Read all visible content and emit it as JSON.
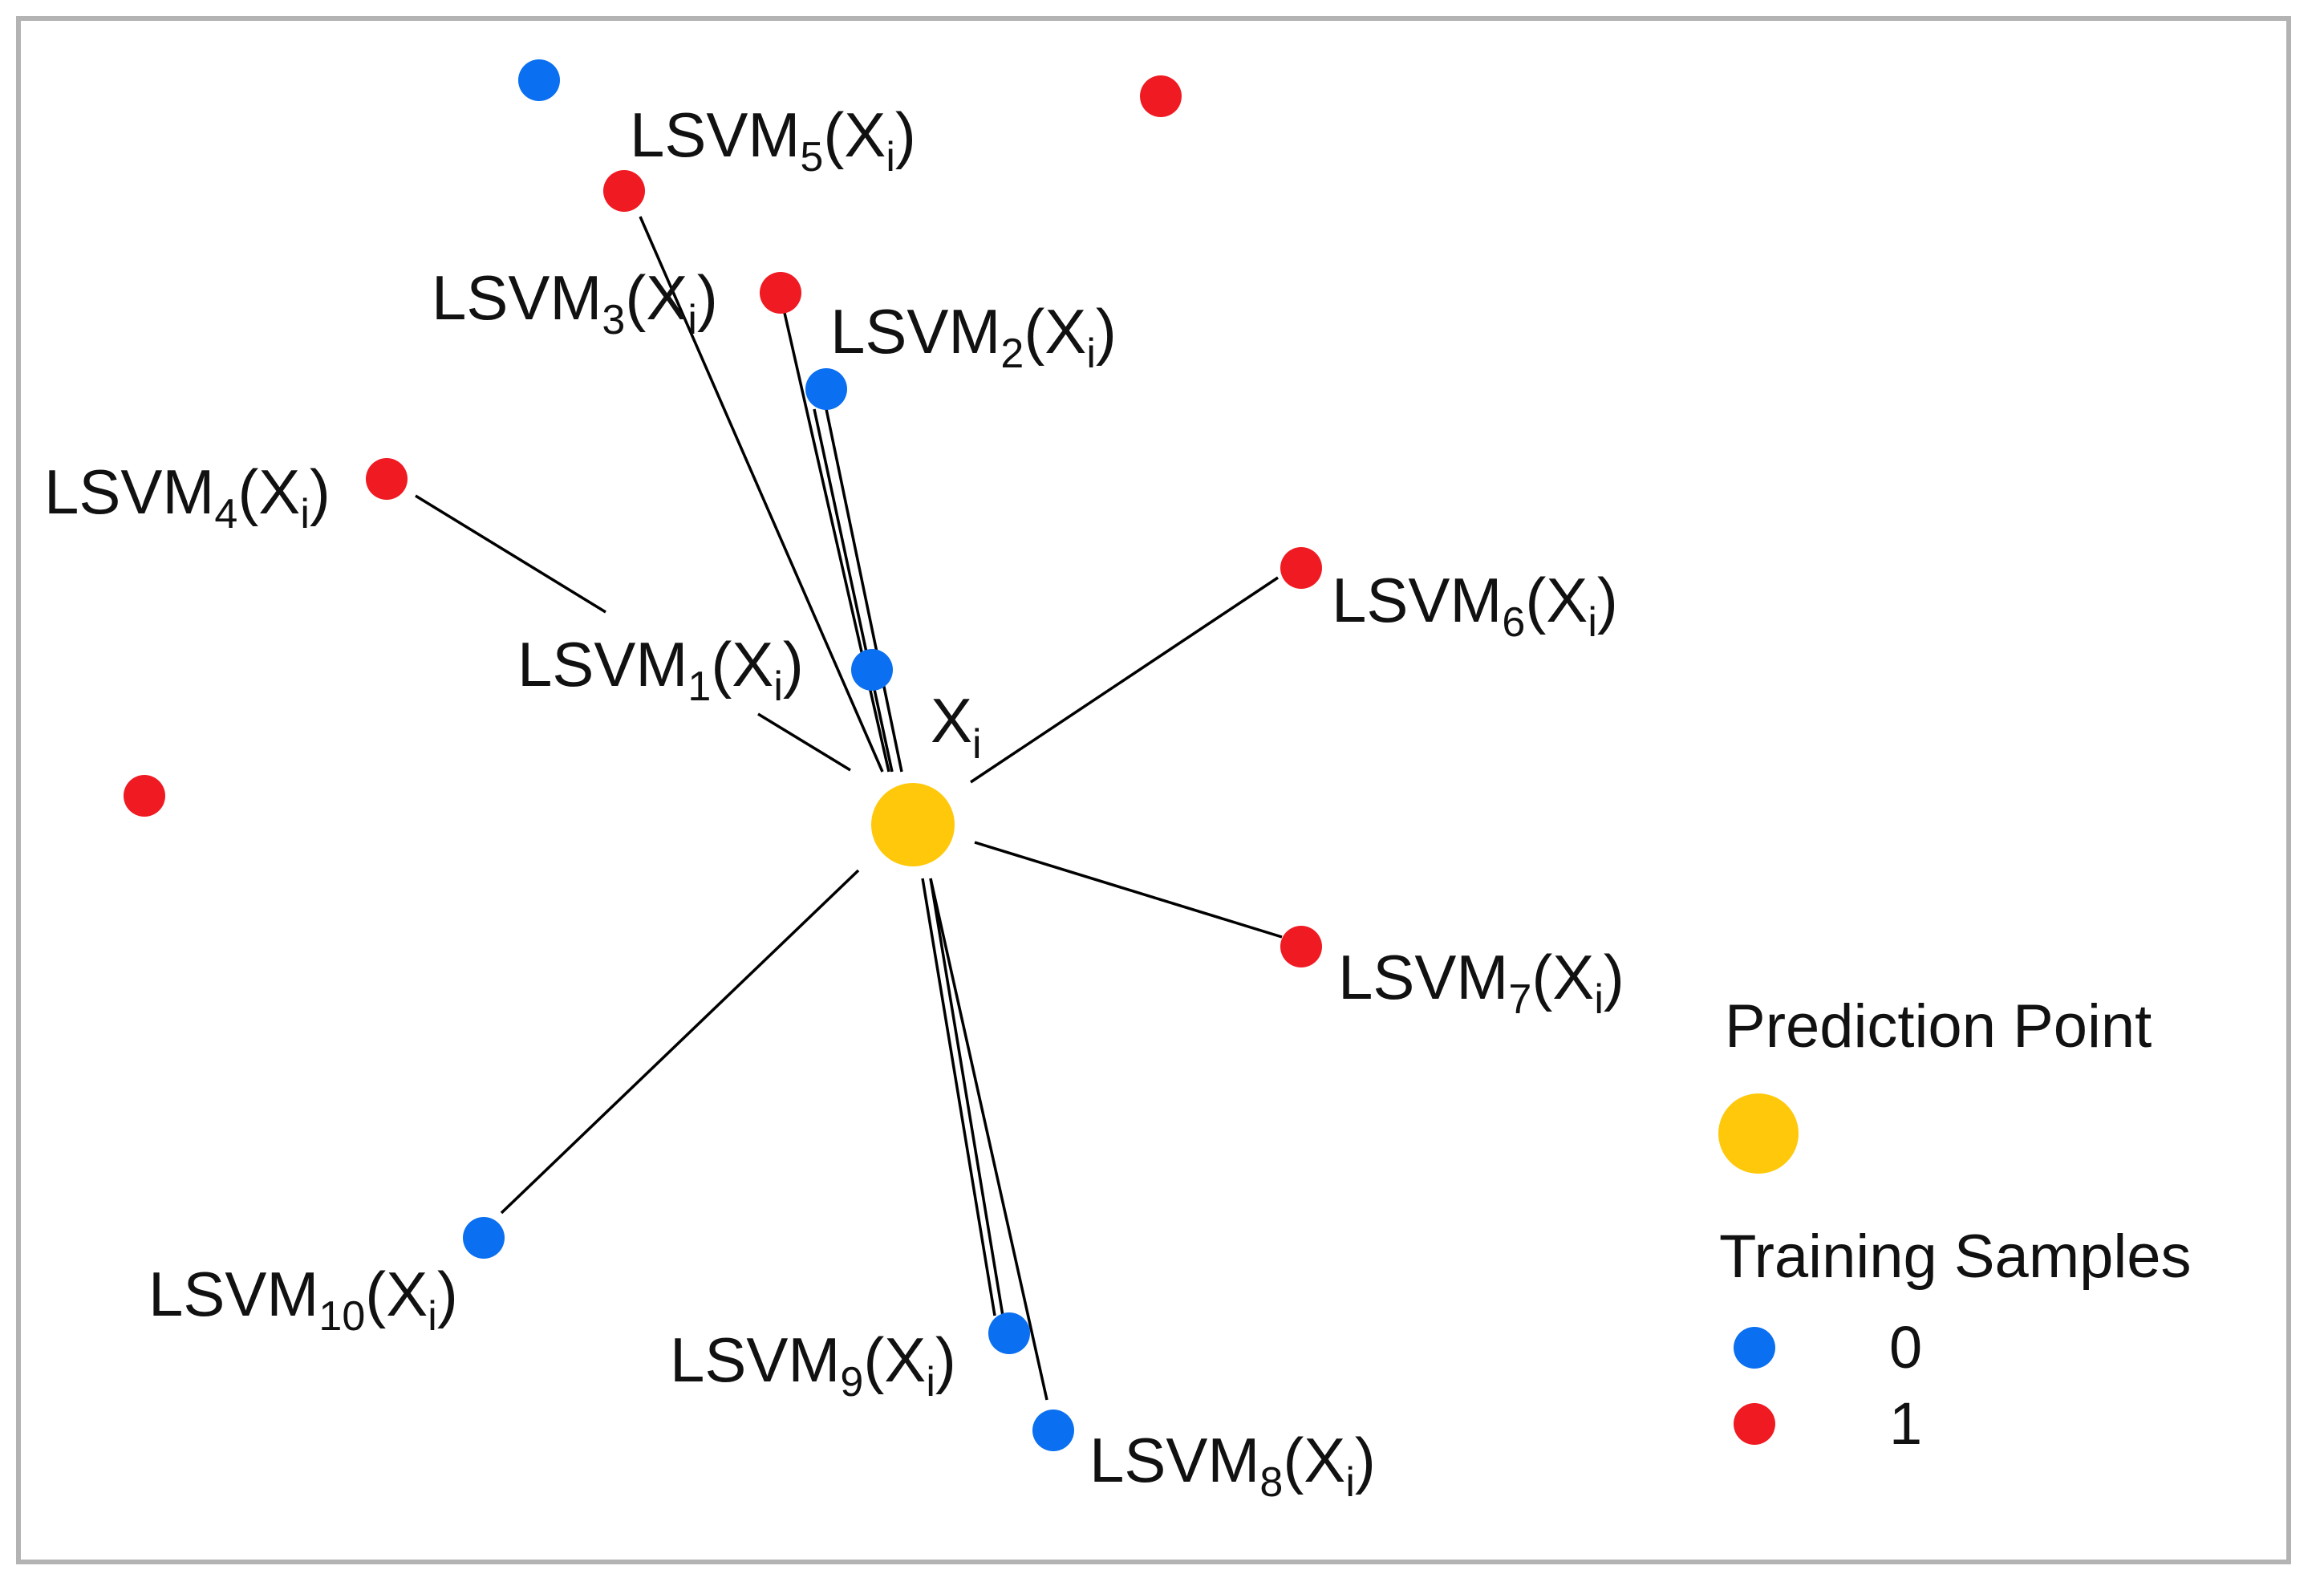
{
  "colors": {
    "class_0": "#0a6ff0",
    "class_1": "#ef1a22",
    "prediction": "#ffc80a",
    "line": "#000000",
    "frame": "#b3b3b3"
  },
  "prediction_point": {
    "label": "X",
    "sub": "i"
  },
  "legend": {
    "prediction_title": "Prediction Point",
    "training_title": "Training Samples",
    "class_0_label": "0",
    "class_1_label": "1"
  },
  "neighbors": [
    {
      "id": "lsvm1",
      "prefix": "LSVM",
      "index": "1",
      "suffix_open": "(X",
      "suffix_sub": "i",
      "suffix_close": ")",
      "class": 0
    },
    {
      "id": "lsvm2",
      "prefix": "LSVM",
      "index": "2",
      "suffix_open": "(X",
      "suffix_sub": "i",
      "suffix_close": ")",
      "class": 0
    },
    {
      "id": "lsvm3",
      "prefix": "LSVM",
      "index": "3",
      "suffix_open": "(X",
      "suffix_sub": "i",
      "suffix_close": ")",
      "class": 1
    },
    {
      "id": "lsvm4",
      "prefix": "LSVM",
      "index": "4",
      "suffix_open": "(X",
      "suffix_sub": "i",
      "suffix_close": ")",
      "class": 1
    },
    {
      "id": "lsvm5",
      "prefix": "LSVM",
      "index": "5",
      "suffix_open": "(X",
      "suffix_sub": "i",
      "suffix_close": ")",
      "class": 1
    },
    {
      "id": "lsvm6",
      "prefix": "LSVM",
      "index": "6",
      "suffix_open": "(X",
      "suffix_sub": "i",
      "suffix_close": ")",
      "class": 1
    },
    {
      "id": "lsvm7",
      "prefix": "LSVM",
      "index": "7",
      "suffix_open": "(X",
      "suffix_sub": "i",
      "suffix_close": ")",
      "class": 1
    },
    {
      "id": "lsvm8",
      "prefix": "LSVM",
      "index": "8",
      "suffix_open": "(X",
      "suffix_sub": "i",
      "suffix_close": ")",
      "class": 0
    },
    {
      "id": "lsvm9",
      "prefix": "LSVM",
      "index": "9",
      "suffix_open": "(X",
      "suffix_sub": "i",
      "suffix_close": ")",
      "class": 0
    },
    {
      "id": "lsvm10",
      "prefix": "LSVM",
      "index": "10",
      "suffix_open": "(X",
      "suffix_sub": "i",
      "suffix_close": ")",
      "class": 0
    }
  ],
  "other_samples": [
    {
      "id": "extra-top-left",
      "class": 0
    },
    {
      "id": "extra-top-right",
      "class": 1
    },
    {
      "id": "extra-left",
      "class": 1
    }
  ]
}
